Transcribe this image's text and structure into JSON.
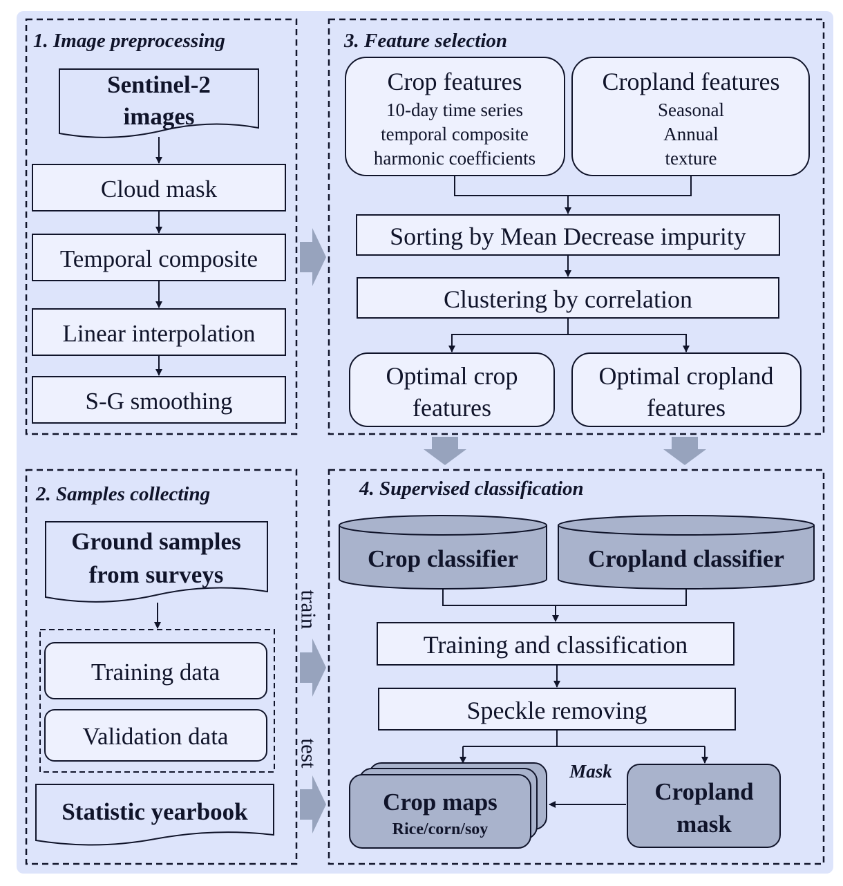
{
  "colors": {
    "background": "#dde4fb",
    "box_fill": "#eef1fe",
    "stroke": "#10142a",
    "dark_fill": "#a9b3cc",
    "arrow_gray": "#97a3bd"
  },
  "panel1": {
    "title": "1. Image preprocessing",
    "source": [
      "Sentinel-2",
      "images"
    ],
    "steps": [
      "Cloud mask",
      "Temporal composite",
      "Linear interpolation",
      "S-G smoothing"
    ]
  },
  "panel2": {
    "title": "2. Samples  collecting",
    "ground": [
      "Ground samples",
      "from surveys"
    ],
    "training": "Training data",
    "validation": "Validation data",
    "yearbook": "Statistic yearbook",
    "train_label": "train",
    "test_label": "test"
  },
  "panel3": {
    "title": "3. Feature selection",
    "crop_features": {
      "title": "Crop features",
      "lines": [
        "10-day time series",
        "temporal composite",
        "harmonic coefficients"
      ]
    },
    "cropland_features": {
      "title": "Cropland features",
      "lines": [
        "Seasonal",
        "Annual",
        "texture"
      ]
    },
    "sorting": "Sorting by Mean Decrease impurity",
    "clustering": "Clustering by correlation",
    "optimal_crop": [
      "Optimal crop",
      "features"
    ],
    "optimal_cropland": [
      "Optimal cropland",
      "features"
    ]
  },
  "panel4": {
    "title": "4. Supervised classification",
    "crop_classifier": "Crop classifier",
    "cropland_classifier": "Cropland classifier",
    "training": "Training and classification",
    "speckle": "Speckle removing",
    "crop_maps": "Crop maps",
    "crop_maps_sub": "Rice/corn/soy",
    "mask_label": "Mask",
    "cropland_mask": [
      "Cropland",
      "mask"
    ]
  }
}
